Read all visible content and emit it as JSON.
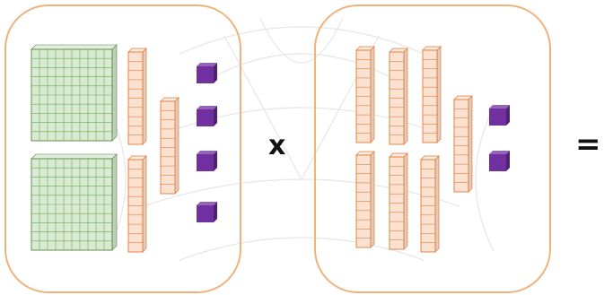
{
  "operator_times": "x",
  "operator_equals": "=",
  "colors": {
    "frame_border": "#f0b27a",
    "hundred_fill": "#d9ead3",
    "hundred_grid": "#6aa84f",
    "ten_fill": "#fbe2d0",
    "ten_stroke": "#e07b39",
    "one_fill": "#7030a0",
    "watermark": "#e6e6e6"
  },
  "icons": {
    "hundred": "hundred-flat-block",
    "ten": "ten-rod-block",
    "one": "unit-cube-block"
  },
  "left_factor": {
    "hundreds": 2,
    "tens": 3,
    "ones": 4
  },
  "right_factor": {
    "hundreds": 0,
    "tens": 7,
    "ones": 2
  }
}
